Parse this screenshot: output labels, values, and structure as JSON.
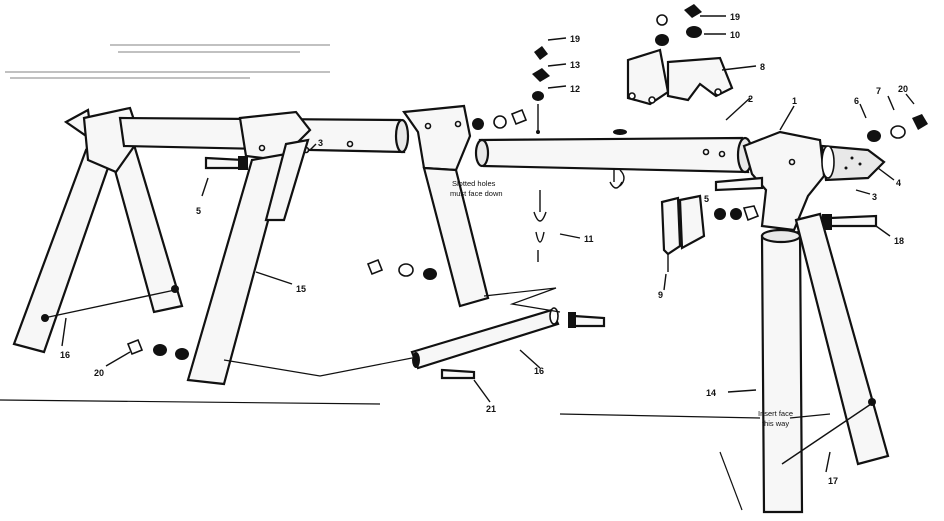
{
  "parts": {
    "p1": "1",
    "p2": "2",
    "p3": "3",
    "p4": "4",
    "p5": "5",
    "p6": "6",
    "p7": "7",
    "p8": "8",
    "p9": "9",
    "p10": "10",
    "p11": "11",
    "p12": "12",
    "p13": "13",
    "p14": "14",
    "p15": "15",
    "p16": "16",
    "p17": "17",
    "p18": "18",
    "p19": "19",
    "p20": "20",
    "p21": "21"
  },
  "notes": {
    "slotted_holes_line1": "Slotted holes",
    "slotted_holes_line2": "must face down",
    "inner_face_line1": "Insert face",
    "inner_face_line2": "this way"
  },
  "colors": {
    "ink": "#111111",
    "paper": "#ffffff"
  }
}
